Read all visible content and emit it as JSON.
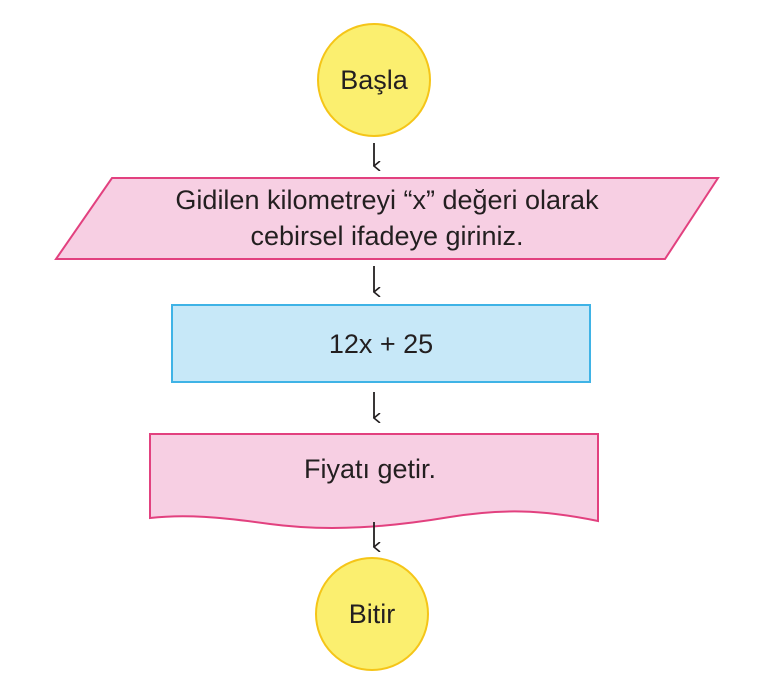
{
  "flowchart": {
    "start": {
      "label": "Başla"
    },
    "input": {
      "line1": "Gidilen kilometreyi “x” değeri olarak",
      "line2": "cebirsel ifadeye giriniz."
    },
    "process": {
      "label": "12x + 25"
    },
    "output": {
      "label": "Fiyatı getir."
    },
    "end": {
      "label": "Bitir"
    }
  },
  "colors": {
    "terminal_fill": "#fbef6f",
    "terminal_stroke": "#f5c518",
    "input_fill": "#f7cfe3",
    "input_stroke": "#e2417f",
    "process_fill": "#c7e8f8",
    "process_stroke": "#3fb3e6",
    "output_fill": "#f7cfe3",
    "output_stroke": "#e2417f",
    "arrow": "#231f20"
  }
}
